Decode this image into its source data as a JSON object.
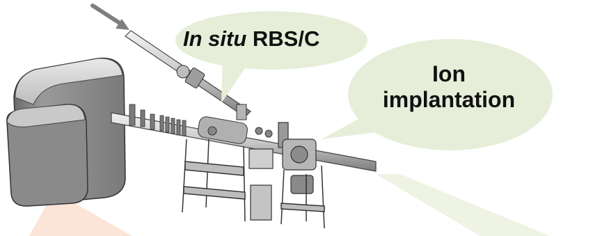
{
  "callouts": {
    "rbs": {
      "italic": "In situ",
      "rest": "RBS/C"
    },
    "implantation": {
      "line1": "Ion",
      "line2": "implantation"
    }
  },
  "colors": {
    "callout_fill": "#E6EED9",
    "left_beam_fill": "#FCE4D6",
    "right_beam_fill": "#EEF3E4",
    "metal_light": "#D9D9D9",
    "metal_mid": "#A6A6A6",
    "metal_dark": "#595959",
    "arrow": "#7F7F7F"
  }
}
